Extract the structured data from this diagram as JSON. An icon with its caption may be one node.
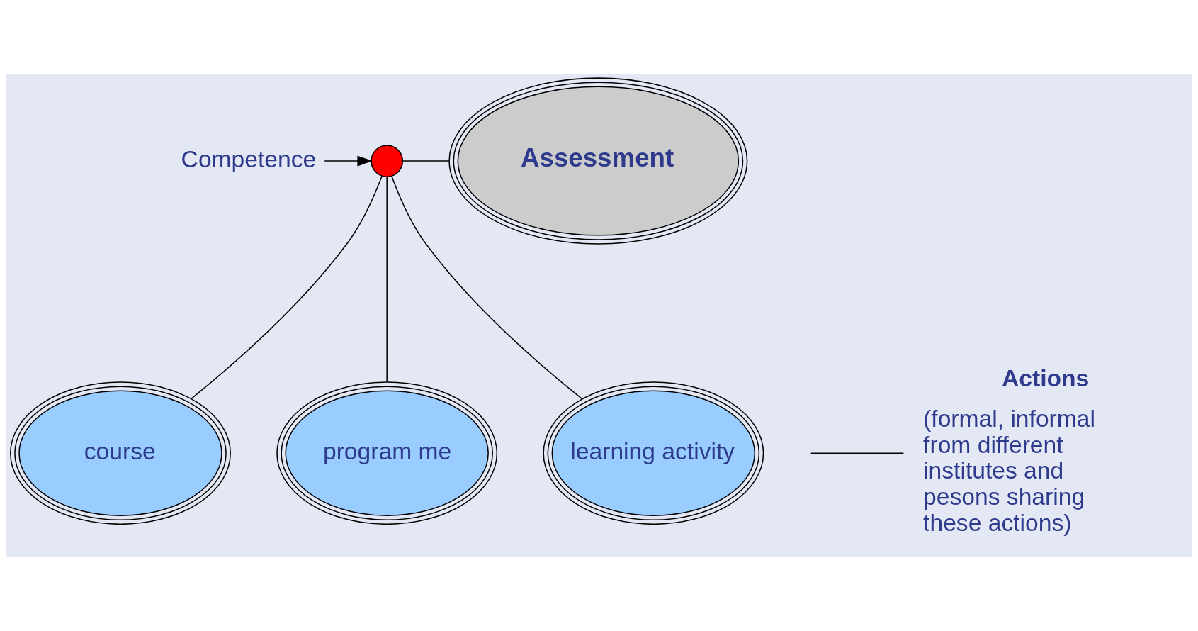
{
  "diagram": {
    "nodes": [
      {
        "text": [
          "Competence"
        ]
      },
      {
        "text": [],
        "shape": "circle"
      },
      {
        "text": [
          "Assessment"
        ]
      },
      {
        "text": [
          "course"
        ]
      },
      {
        "text": [
          "program me"
        ]
      },
      {
        "text": [
          "learning activity"
        ]
      },
      {
        "text": [
          "Actions"
        ],
        "beside": [
          "(formal, informal from different institutes and pesons sharing these actions)"
        ]
      }
    ],
    "edges": [
      {
        "from": 0,
        "to": 1,
        "arrow": "to"
      },
      {
        "from": 1,
        "to": 2,
        "arrow": "none"
      },
      {
        "from": 1,
        "to": 3,
        "arrow": "none"
      },
      {
        "from": 1,
        "to": 4,
        "arrow": "none"
      },
      {
        "from": 1,
        "to": 5,
        "arrow": "none"
      },
      {
        "from": null,
        "to": 6,
        "arrow": "none"
      }
    ]
  }
}
